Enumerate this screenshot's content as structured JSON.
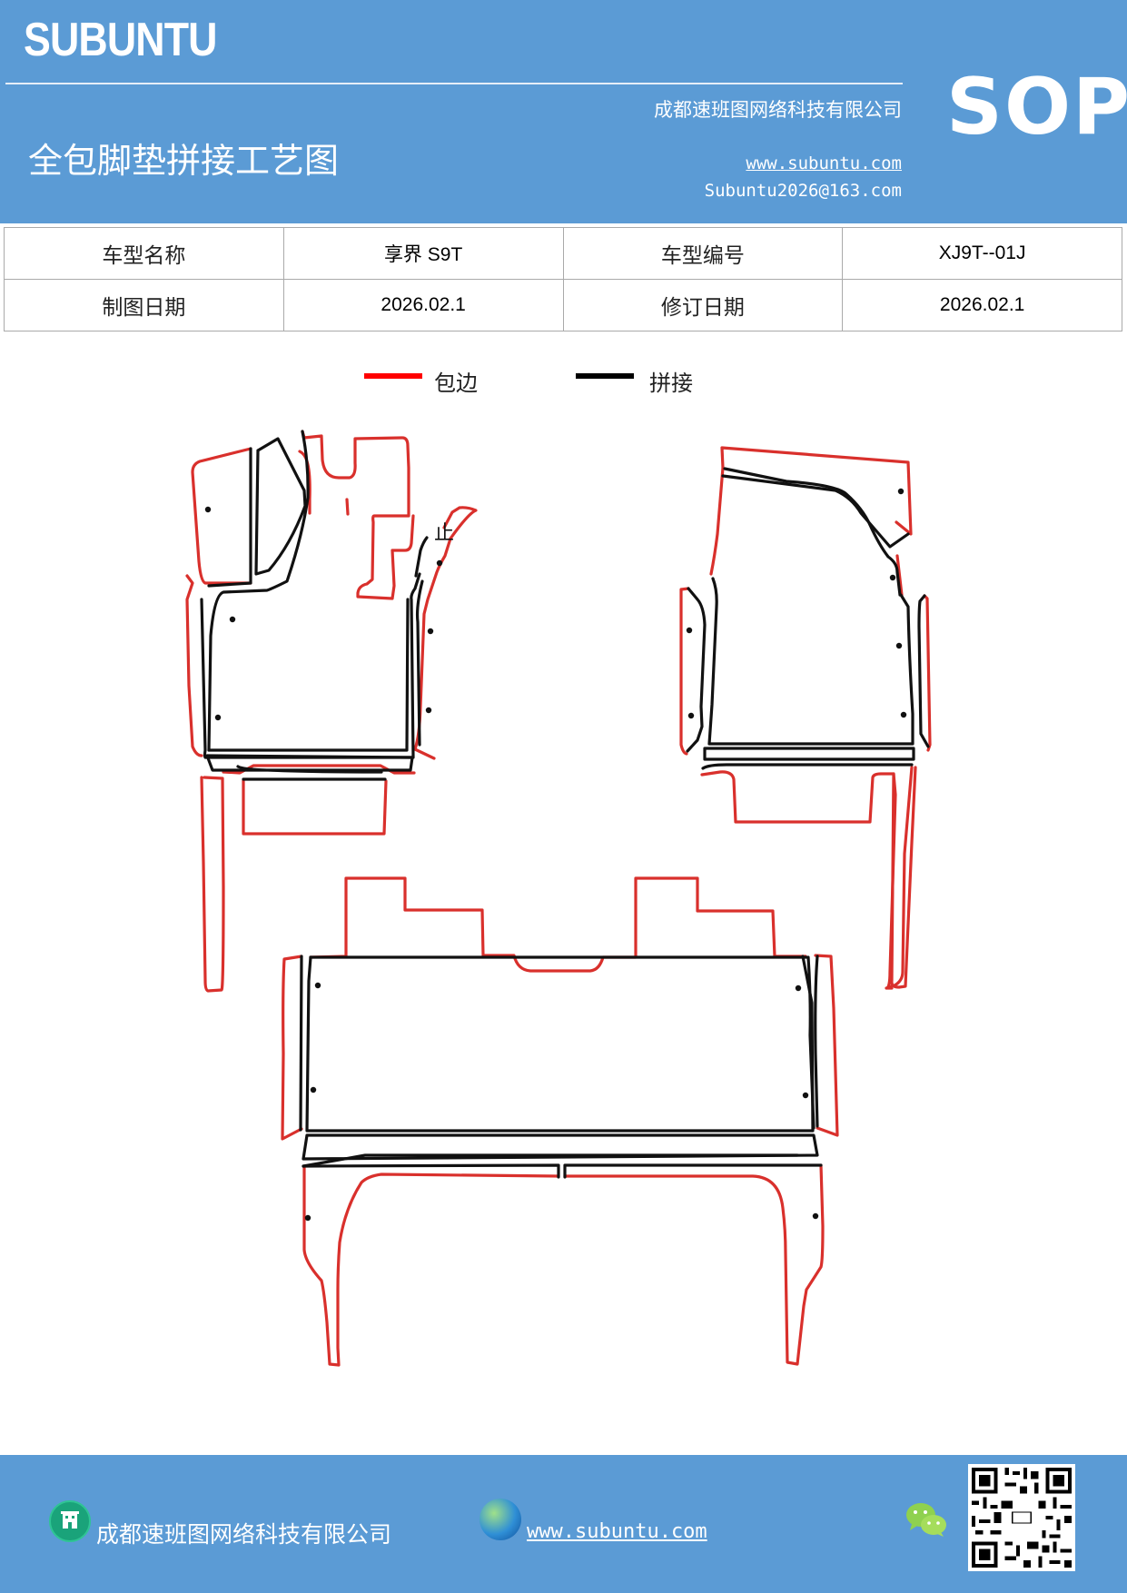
{
  "header": {
    "brand": "SUBUNTU",
    "sop": "SOP",
    "company": "成都速班图网络科技有限公司",
    "title": "全包脚垫拼接工艺图",
    "website": "www.subuntu.com",
    "email": "Subuntu2026@163.com"
  },
  "info_table": {
    "rows": [
      {
        "label1": "车型名称",
        "value1": "享界 S9T",
        "label2": "车型编号",
        "value2": "XJ9T--01J"
      },
      {
        "label1": "制图日期",
        "value1": "2026.02.1",
        "label2": "修订日期",
        "value2": "2026.02.1"
      }
    ]
  },
  "legend": {
    "items": [
      {
        "label": "包边",
        "color": "#ff0000"
      },
      {
        "label": "拼接",
        "color": "#000000"
      }
    ]
  },
  "drawing": {
    "edge_color": "#d9302c",
    "seam_color": "#111111",
    "marker": "止"
  },
  "footer": {
    "company": "成都速班图网络科技有限公司",
    "website": "www.subuntu.com ",
    "icons": [
      "building-icon",
      "globe-icon",
      "wechat-icon",
      "qr-code"
    ]
  }
}
